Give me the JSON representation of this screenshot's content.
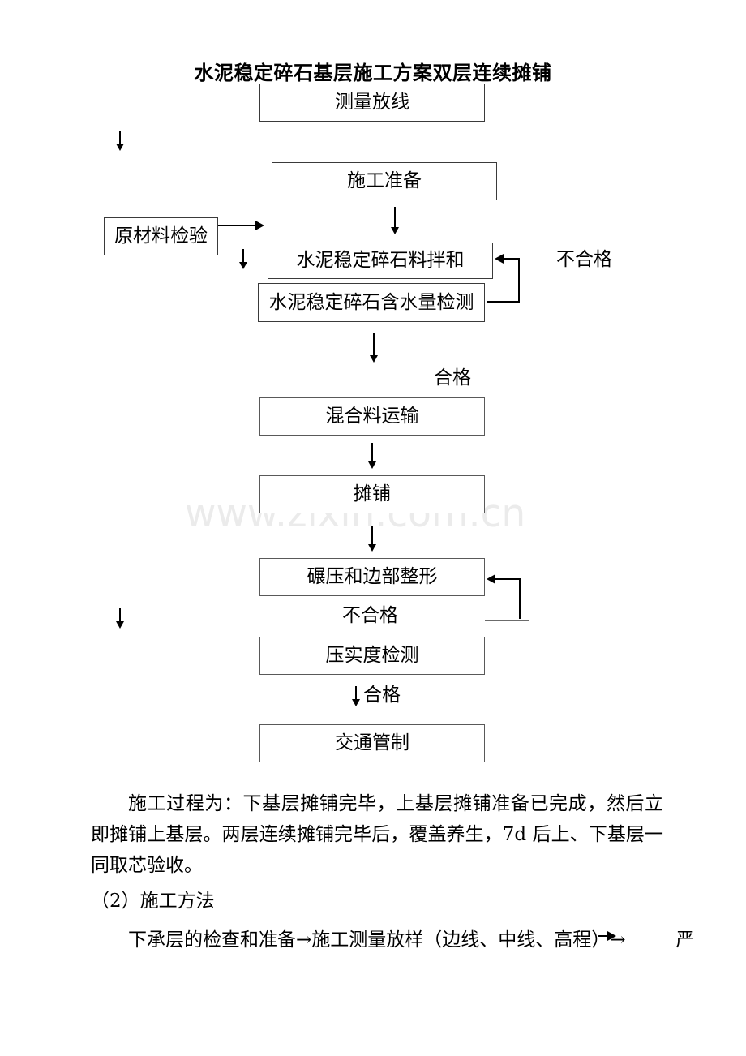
{
  "document": {
    "title": "水泥稳定碎石基层施工方案双层连续摊铺",
    "watermark": "www.zixin.com.cn"
  },
  "flowchart": {
    "nodes": [
      {
        "id": "survey",
        "label": "测量放线"
      },
      {
        "id": "preparation",
        "label": "施工准备"
      },
      {
        "id": "raw-material",
        "label": "原材料检验"
      },
      {
        "id": "mixing",
        "label": "水泥稳定碎石料拌和"
      },
      {
        "id": "moisture-test",
        "label": "水泥稳定碎石含水量检测"
      },
      {
        "id": "transport",
        "label": "混合料运输"
      },
      {
        "id": "paving",
        "label": "摊铺"
      },
      {
        "id": "rolling",
        "label": "碾压和边部整形"
      },
      {
        "id": "compaction",
        "label": "压实度检测"
      },
      {
        "id": "traffic",
        "label": "交通管制"
      }
    ],
    "labels": {
      "fail_upper": "不合格",
      "pass_upper": "合格",
      "fail_lower": "不合格",
      "pass_lower": "合格"
    }
  },
  "body": {
    "paragraph_1": "施工过程为：下基层摊铺完毕，上基层摊铺准备已完成，然后立即摊铺上基层。两层连续摊铺完毕后，覆盖养生，7d 后上、下基层一同取芯验收。",
    "section_2": "（2）施工方法",
    "paragraph_3": "下承层的检查和准备→施工测量放样（边线、中线、高程）→",
    "paragraph_3_tail": "严"
  }
}
